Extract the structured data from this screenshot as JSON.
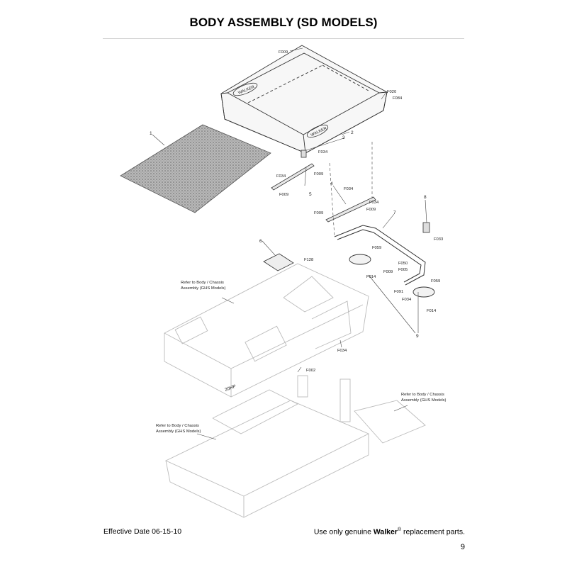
{
  "page": {
    "title": "BODY ASSEMBLY (SD MODELS)",
    "footer_left": "Effective Date 06-15-10",
    "footer_right_prefix": "Use only genuine ",
    "footer_right_brand": "Walker",
    "footer_right_reg": "®",
    "footer_right_suffix": " replacement parts.",
    "page_number": "9"
  },
  "diagram": {
    "callouts": {
      "n1": "1",
      "n2": "2",
      "n3": "3",
      "n4": "4",
      "n5": "5",
      "n6": "6",
      "n7": "7",
      "n8": "8",
      "n9": "9"
    },
    "parts": {
      "f009_top": "F009",
      "f020": "F020",
      "f084": "F084",
      "f034_a": "F034",
      "f034_b": "F034",
      "f009_a": "F009",
      "f009_b": "F009",
      "f034_c": "F034",
      "f034_d": "F034",
      "f009_c": "F009",
      "f009_d": "F009",
      "f033": "F033",
      "f128": "F128",
      "f059_a": "F059",
      "f050": "F050",
      "f005": "F005",
      "f009_e": "F009",
      "f014_a": "F014",
      "f091": "F091",
      "f059_b": "F059",
      "f034_e": "F034",
      "f014_b": "F014",
      "f034_f": "F034",
      "f002": "F002"
    },
    "refs": {
      "ref1_line1": "Refer to Body / Chassis",
      "ref1_line2": "Assembly (GHS Models)",
      "ref2_line1": "Refer to Body / Chassis",
      "ref2_line2": "Assembly (GHS Models)",
      "ref3_line1": "Refer to Body / Chassis",
      "ref3_line2": "Assembly (GHS Models)"
    },
    "decals": {
      "brand_small": "WALKER",
      "brand_body": "WALKER",
      "hp": "20HP"
    }
  }
}
